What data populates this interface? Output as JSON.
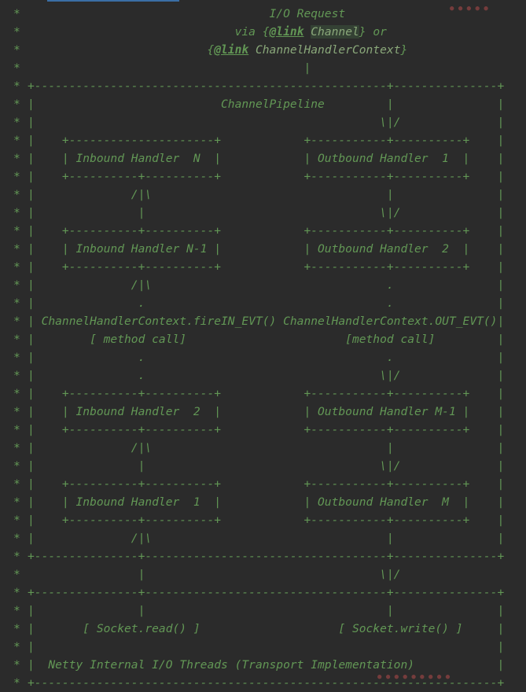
{
  "lines": [
    {
      "prefix": "*",
      "text": "                                   I/O Request"
    },
    {
      "prefix": "*",
      "text": "                              via {@link Channel} or"
    },
    {
      "prefix": "*",
      "text": "                          {@link ChannelHandlerContext}"
    },
    {
      "prefix": "*",
      "text": "                                        |"
    },
    {
      "prefix": "*",
      "text": "+---------------------------------------------------+---------------+"
    },
    {
      "prefix": "*",
      "text": "|                           ChannelPipeline         |               |"
    },
    {
      "prefix": "*",
      "text": "|                                                  \\|/              |"
    },
    {
      "prefix": "*",
      "text": "|    +---------------------+            +-----------+----------+    |"
    },
    {
      "prefix": "*",
      "text": "|    | Inbound Handler  N  |            | Outbound Handler  1  |    |"
    },
    {
      "prefix": "*",
      "text": "|    +----------+----------+            +-----------+----------+    |"
    },
    {
      "prefix": "*",
      "text": "|              /|\\                                  |               |"
    },
    {
      "prefix": "*",
      "text": "|               |                                  \\|/              |"
    },
    {
      "prefix": "*",
      "text": "|    +----------+----------+            +-----------+----------+    |"
    },
    {
      "prefix": "*",
      "text": "|    | Inbound Handler N-1 |            | Outbound Handler  2  |    |"
    },
    {
      "prefix": "*",
      "text": "|    +----------+----------+            +-----------+----------+    |"
    },
    {
      "prefix": "*",
      "text": "|              /|\\                                  .               |"
    },
    {
      "prefix": "*",
      "text": "|               .                                   .               |"
    },
    {
      "prefix": "*",
      "text": "| ChannelHandlerContext.fireIN_EVT() ChannelHandlerContext.OUT_EVT()|"
    },
    {
      "prefix": "*",
      "text": "|        [ method call]                       [method call]         |"
    },
    {
      "prefix": "*",
      "text": "|               .                                   .               |"
    },
    {
      "prefix": "*",
      "text": "|               .                                  \\|/              |"
    },
    {
      "prefix": "*",
      "text": "|    +----------+----------+            +-----------+----------+    |"
    },
    {
      "prefix": "*",
      "text": "|    | Inbound Handler  2  |            | Outbound Handler M-1 |    |"
    },
    {
      "prefix": "*",
      "text": "|    +----------+----------+            +-----------+----------+    |"
    },
    {
      "prefix": "*",
      "text": "|              /|\\                                  |               |"
    },
    {
      "prefix": "*",
      "text": "|               |                                  \\|/              |"
    },
    {
      "prefix": "*",
      "text": "|    +----------+----------+            +-----------+----------+    |"
    },
    {
      "prefix": "*",
      "text": "|    | Inbound Handler  1  |            | Outbound Handler  M  |    |"
    },
    {
      "prefix": "*",
      "text": "|    +----------+----------+            +-----------+----------+    |"
    },
    {
      "prefix": "*",
      "text": "|              /|\\                                  |               |"
    },
    {
      "prefix": "*",
      "text": "+---------------+-----------------------------------+---------------+"
    },
    {
      "prefix": "*",
      "text": "                |                                  \\|/"
    },
    {
      "prefix": "*",
      "text": "+---------------+-----------------------------------+---------------+"
    },
    {
      "prefix": "*",
      "text": "|               |                                   |               |"
    },
    {
      "prefix": "*",
      "text": "|       [ Socket.read() ]                    [ Socket.write() ]     |"
    },
    {
      "prefix": "*",
      "text": "|                                                                   |"
    },
    {
      "prefix": "*",
      "text": "|  Netty Internal I/O Threads (Transport Implementation)            |"
    },
    {
      "prefix": "*",
      "text": "+-------------------------------------------------------------------+"
    }
  ]
}
